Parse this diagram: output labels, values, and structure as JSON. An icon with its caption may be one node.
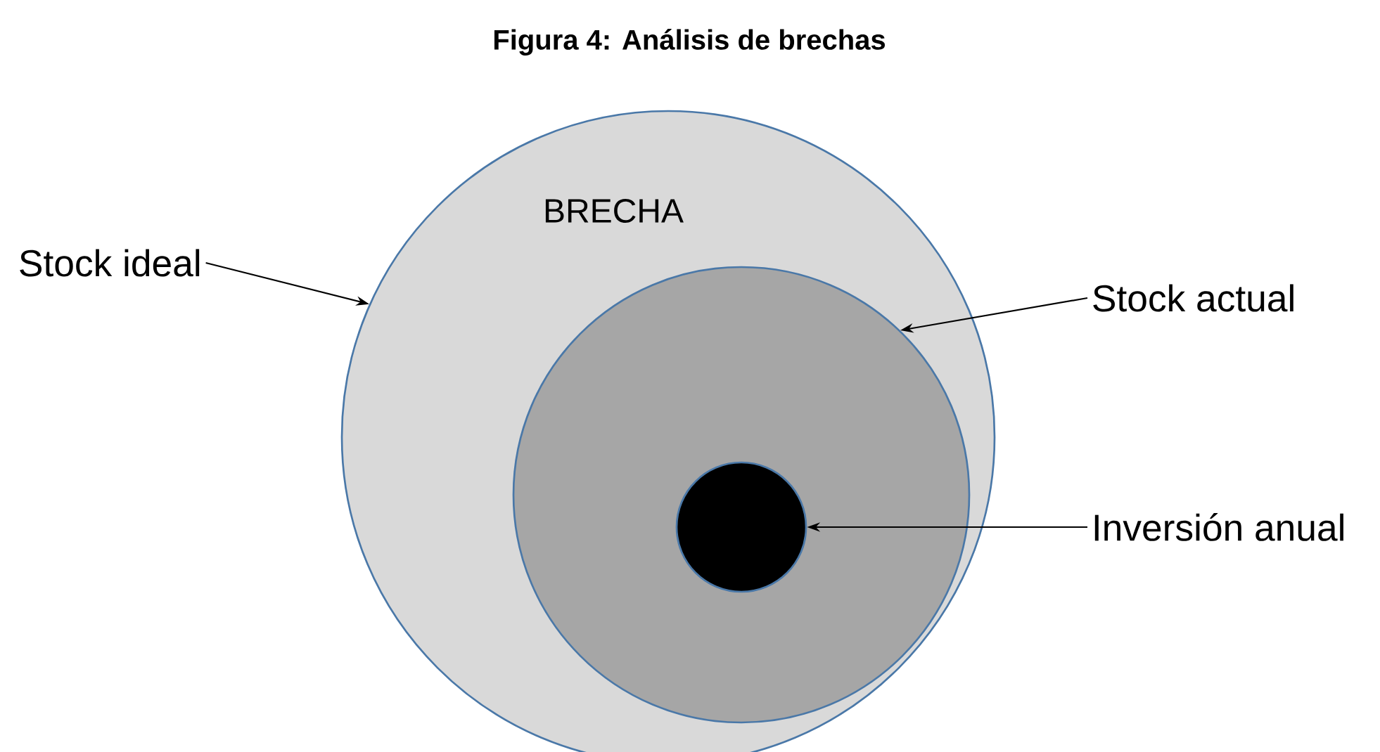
{
  "diagram": {
    "title": "Figura 4: Análisis de brechas",
    "nodes": [
      {
        "text": [
          "BRECHA"
        ]
      },
      {
        "text": [],
        "shape": "circle",
        "in": 0
      },
      {
        "text": [],
        "shape": "circle",
        "in": 1
      },
      {
        "text": [
          "Stock ideal"
        ]
      },
      {
        "text": [
          "Stock actual"
        ]
      },
      {
        "text": [
          "Inversión anual"
        ]
      }
    ],
    "edges": [
      {
        "from": 3,
        "to": 0,
        "arrow": "to"
      },
      {
        "from": 4,
        "to": 1,
        "arrow": "to"
      },
      {
        "from": 5,
        "to": 2,
        "arrow": "to"
      }
    ]
  }
}
